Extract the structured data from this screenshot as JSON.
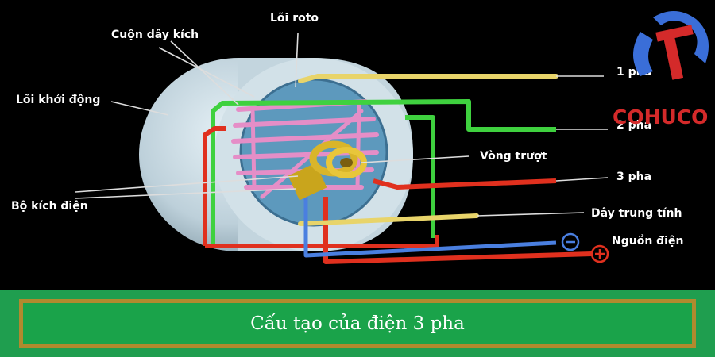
{
  "labels": {
    "loi_roto": "Lõi roto",
    "cuon_day_kich": "Cuộn dây kích",
    "loi_khoi_dong": "Lõi khởi động",
    "bo_kich_dien": "Bộ kích điện",
    "vong_truot": "Vòng trượt",
    "pha1": "1 pha",
    "pha2": "2 pha",
    "pha3": "3 pha",
    "day_trung_tinh": "Dây trung tính",
    "nguon_dien": "Nguồn điện"
  },
  "logo": {
    "text": "COHUCO",
    "color": "#d42a2a",
    "accent": "#3a6ed8"
  },
  "caption": "Cấu tạo của điện 3 pha",
  "colors": {
    "phase1": "#e8d46a",
    "phase2": "#3fd13f",
    "phase3": "#e0301e",
    "neutral": "#e8d46a",
    "negative": "#4a7fe0",
    "positive": "#e0301e",
    "stator": "#c9d9e2",
    "rotor": "#5d99bd",
    "coil": "#e58ec7",
    "slip_ring": "#c9a51c",
    "banner": "#1aa34a",
    "banner_border": "#b08a2e"
  }
}
